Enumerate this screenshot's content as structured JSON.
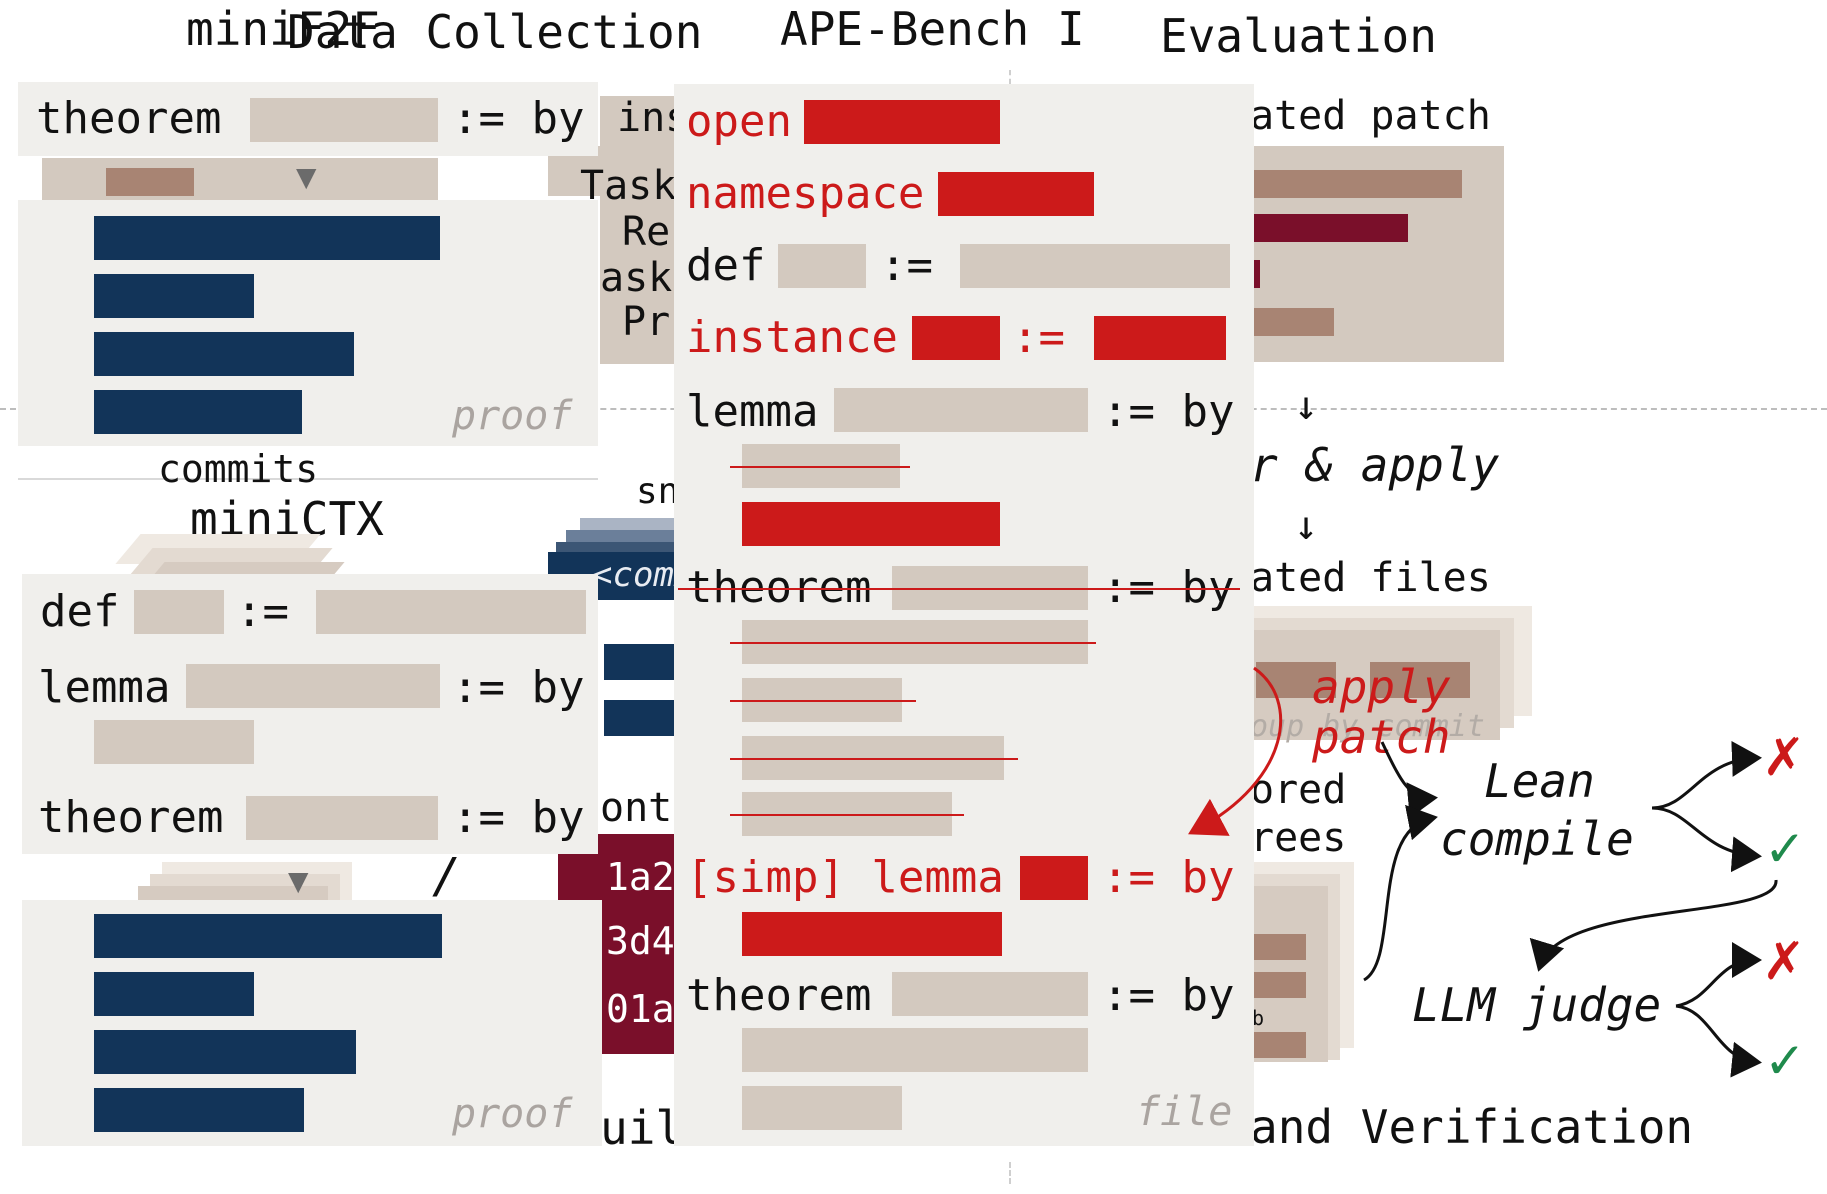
{
  "headings": {
    "minif2f": "miniF2F",
    "data_collection": "Data Collection",
    "apebench": "APE-Bench I",
    "evaluation": "Evaluation",
    "minictx": "miniCTX",
    "command_verification": "and Verification",
    "build_fragment": "uil"
  },
  "minif2f_panel": {
    "theorem_kw": "theorem",
    "by_kw": ":= by",
    "watermark": "proof"
  },
  "minictx_panel": {
    "def_kw": "def",
    "def_assign": ":=",
    "lemma_kw": "lemma",
    "lemma_by": ":= by",
    "theorem_kw": "theorem",
    "theorem_by": ":= by",
    "watermark": "proof"
  },
  "data_collection_fragments": {
    "commits": "commits",
    "ins": "ins",
    "task": "Task",
    "re": "Re",
    "ask": "ask",
    "pr": "Pr",
    "sn": "sn",
    "comm": "<comm",
    "conte": "onte",
    "hash1": "1a2",
    "hash2": "3d4",
    "hash3": "01a",
    "slash": "/"
  },
  "apebench_panel": {
    "open_kw": "open",
    "namespace_kw": "namespace",
    "def_kw": "def",
    "def_assign": ":=",
    "instance_kw": "instance",
    "instance_assign": ":=",
    "lemma_kw": "lemma",
    "lemma_by": ":= by",
    "theorem_kw": "theorem",
    "theorem_by": ":= by",
    "simp_lemma_kw": "[simp] lemma",
    "simp_by": ":= by",
    "theorem2_kw": "theorem",
    "theorem2_by": ":= by",
    "watermark": "file"
  },
  "evaluation_fragments": {
    "generated_patch": "ated patch",
    "filter_apply": "r & apply",
    "generated_files": "ated files",
    "restored": "ored",
    "trees": "rees",
    "group_by_commit": "oup by commit",
    "b_label": "b",
    "apply_patch_line1": "apply",
    "apply_patch_line2": "patch",
    "lean_line1": "Lean",
    "lean_line2": "compile",
    "llm_judge": "LLM judge",
    "fail_mark": "✗",
    "pass_mark": "✓"
  },
  "colors": {
    "panel": "#f0efec",
    "placeholder": "#d3c9bf",
    "proof_line": "#123459",
    "change_red": "#cc1a1a",
    "hash_maroon": "#7a0f2a",
    "patch_brown": "#a88473",
    "pass_green": "#1f8a4c",
    "fail_red": "#cc1a1a"
  }
}
